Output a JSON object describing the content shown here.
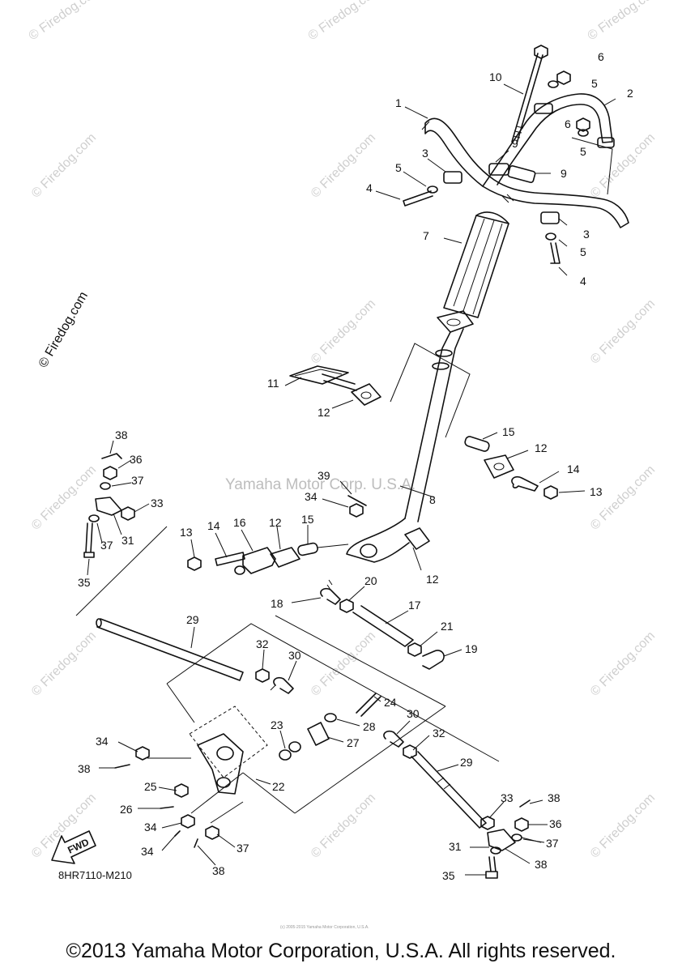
{
  "watermark": {
    "text": "© Firedog.com",
    "side_text": "© Firedog.com",
    "center_text": "Yamaha Motor Corp. U.S.A."
  },
  "drawing_code": "8HR7110-M210",
  "fwd_label": "FWD",
  "tiny_credit": "(c) 2005-2015 Yamaha Motor Corporation, U.S.A.",
  "footer": "©2013 Yamaha Motor Corporation, U.S.A. All rights reserved.",
  "callouts": [
    "6",
    "10",
    "5",
    "2",
    "1",
    "6",
    "5",
    "9",
    "3",
    "5",
    "9",
    "4",
    "7",
    "3",
    "5",
    "4",
    "11",
    "12",
    "15",
    "12",
    "14",
    "13",
    "38",
    "36",
    "37",
    "39",
    "33",
    "34",
    "8",
    "31",
    "37",
    "13",
    "14",
    "16",
    "12",
    "15",
    "12",
    "35",
    "20",
    "18",
    "17",
    "29",
    "21",
    "19",
    "32",
    "30",
    "24",
    "23",
    "28",
    "27",
    "30",
    "32",
    "34",
    "38",
    "29",
    "22",
    "25",
    "26",
    "33",
    "38",
    "36",
    "34",
    "37",
    "31",
    "38",
    "34",
    "37",
    "35",
    "38"
  ]
}
